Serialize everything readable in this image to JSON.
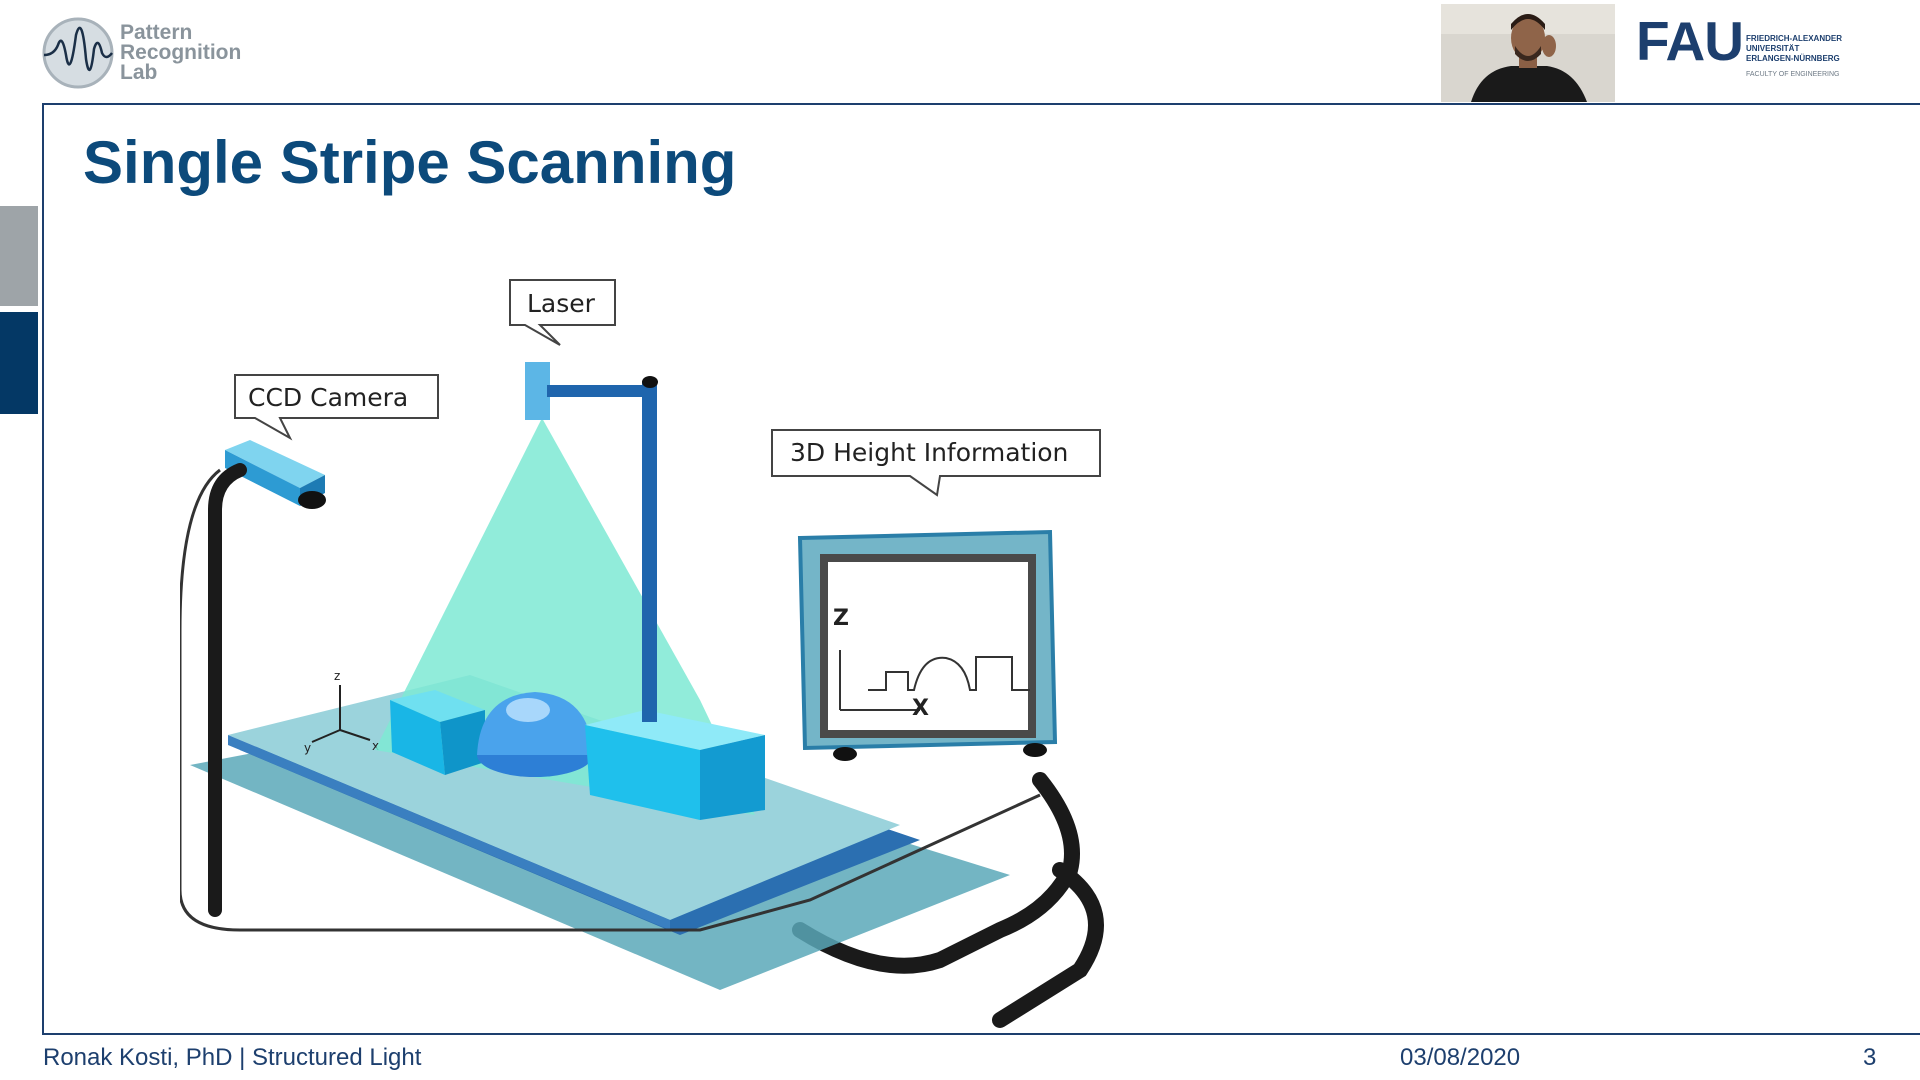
{
  "header": {
    "lab_logo_lines": [
      "Pattern",
      "Recognition",
      "Lab"
    ],
    "fau_logo": {
      "letters": "FAU",
      "lines": [
        "FRIEDRICH-ALEXANDER",
        "UNIVERSITÄT",
        "ERLANGEN-NÜRNBERG"
      ],
      "faculty": "FACULTY OF ENGINEERING"
    }
  },
  "slide": {
    "title": "Single Stripe Scanning",
    "callouts": {
      "laser": "Laser",
      "camera": "CCD Camera",
      "height": "3D Height Information"
    },
    "graph": {
      "z_label": "Z",
      "x_label": "X"
    },
    "axes_small": {
      "z": "z",
      "x": "x",
      "y": "y"
    }
  },
  "footer": {
    "left": "Ronak Kosti, PhD | Structured Light",
    "date": "03/08/2020",
    "page": "3"
  },
  "colors": {
    "title": "#0c4a7b",
    "brand_blue": "#1d3f6e",
    "laser_cone": "#7ee9d4",
    "table_base": "#5aa8b8"
  }
}
